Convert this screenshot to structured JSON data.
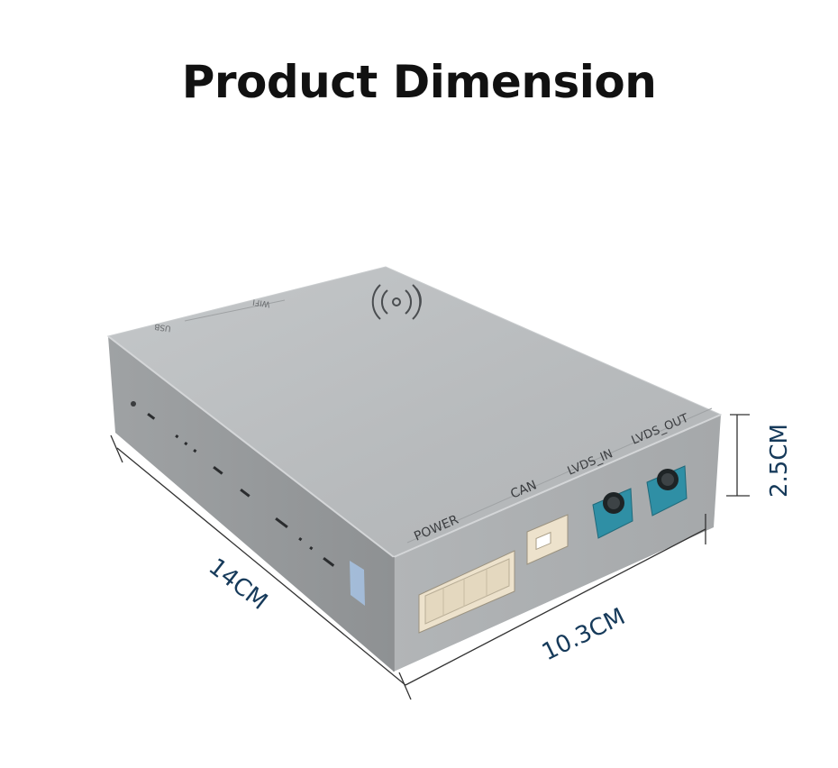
{
  "page": {
    "title": "Product Dimension"
  },
  "product": {
    "ports": {
      "power": "POWER",
      "can": "CAN",
      "lvds_in": "LVDS_IN",
      "lvds_out": "LVDS_OUT",
      "usb": "USB",
      "wifi": "WIFI"
    },
    "icon": "nfc-wireless-icon"
  },
  "dimensions": {
    "length": "14CM",
    "width": "10.3CM",
    "height": "2.5CM"
  },
  "colors": {
    "title": "#111111",
    "dimension_text": "#163a5a",
    "dimension_line": "#333333",
    "case_top": "#b9bcbe",
    "case_front": "#a8abad",
    "case_side": "#9c9fa1",
    "connector_teal": "#2f8fa5",
    "connector_beige": "#ede2cc"
  }
}
